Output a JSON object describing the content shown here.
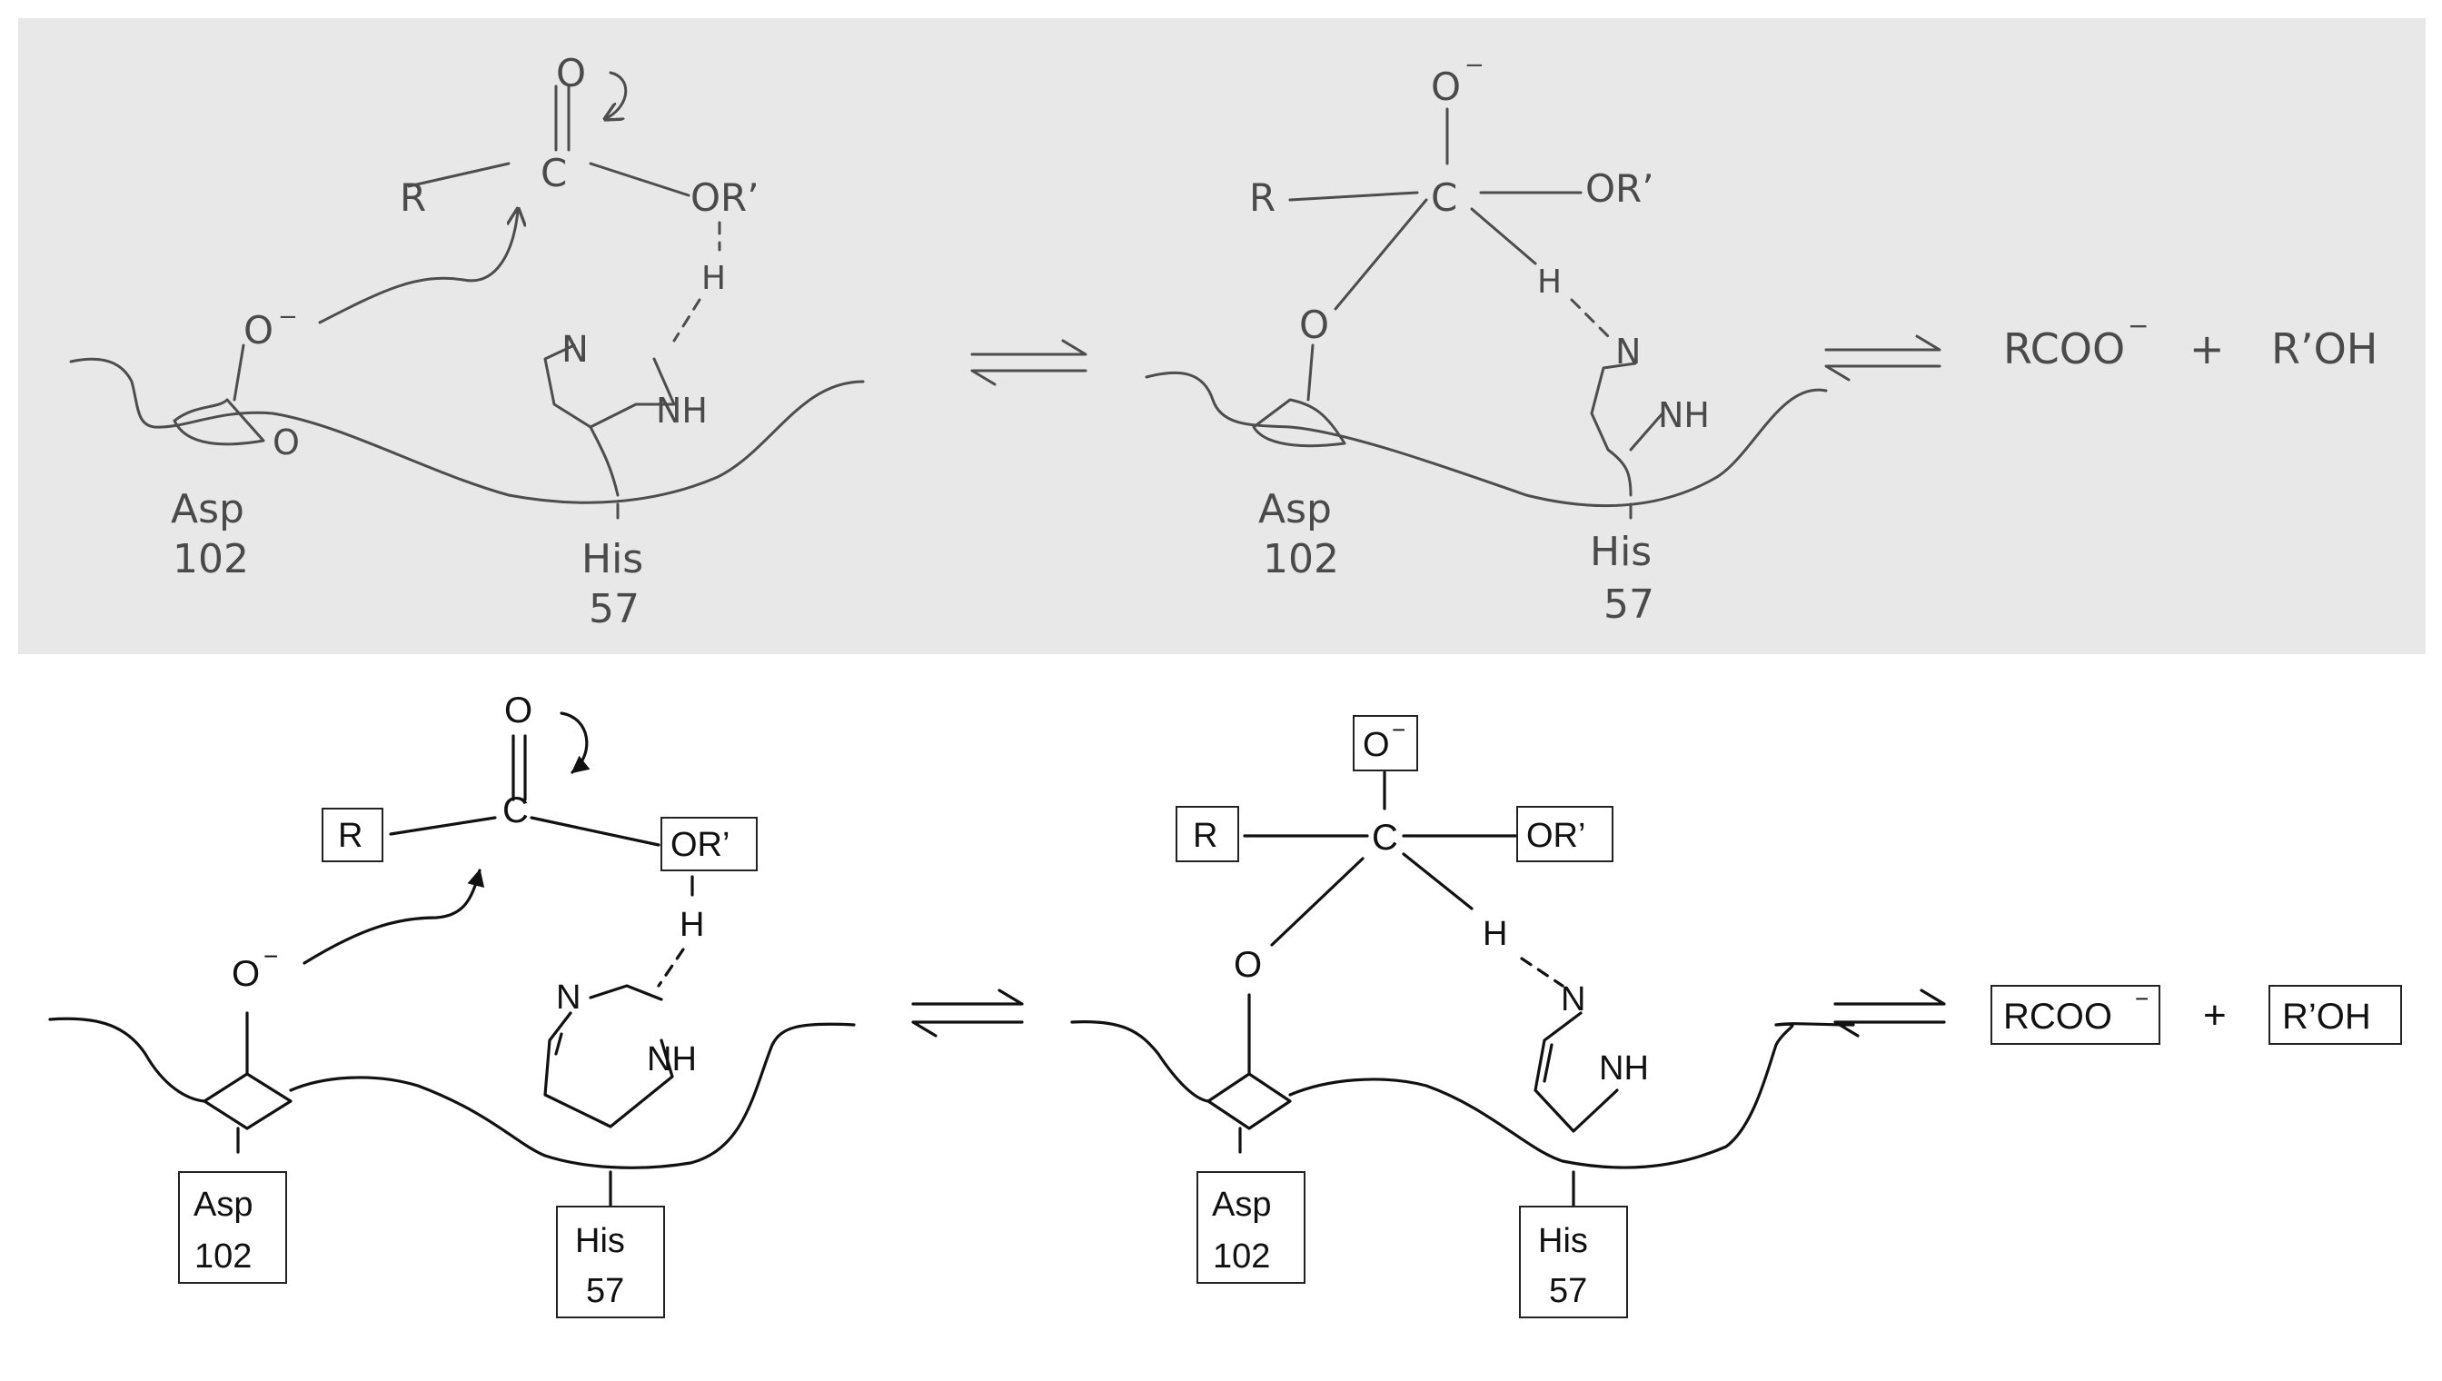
{
  "sketch": {
    "left": {
      "o_top": "O",
      "r": "R",
      "c": "C",
      "or_prime": "OR’",
      "h": "H",
      "o_minus": "O",
      "o_ring": "O",
      "n": "N",
      "nh": "NH",
      "asp": "Asp",
      "asp_num": "102",
      "his": "His",
      "his_num": "57"
    },
    "middle": {
      "o_minus": "O",
      "r": "R",
      "c": "C",
      "or_prime": "OR’",
      "h": "H",
      "o": "O",
      "n": "N",
      "nh": "NH",
      "asp": "Asp",
      "asp_num": "102",
      "his": "His",
      "his_num": "57"
    },
    "products": {
      "rcoo": "RCOO",
      "plus": "+",
      "roh": "R’OH"
    }
  },
  "clean": {
    "left": {
      "o_top": "O",
      "r": "R",
      "c": "C",
      "or_prime": "OR’",
      "h": "H",
      "o_minus": "O",
      "n": "N",
      "nh": "NH",
      "asp": "Asp",
      "asp_num": "102",
      "his": "His",
      "his_num": "57"
    },
    "middle": {
      "o_minus": "O",
      "r": "R",
      "c": "C",
      "or_prime": "OR’",
      "h": "H",
      "o": "O",
      "n": "N",
      "nh": "NH",
      "asp": "Asp",
      "asp_num": "102",
      "his": "His",
      "his_num": "57"
    },
    "products": {
      "rcoo": "RCOO",
      "plus": "+",
      "roh": "R’OH"
    }
  },
  "colors": {
    "paper": "#e8e8e8",
    "pencil": "#4d4d4d",
    "ink": "#111111"
  }
}
